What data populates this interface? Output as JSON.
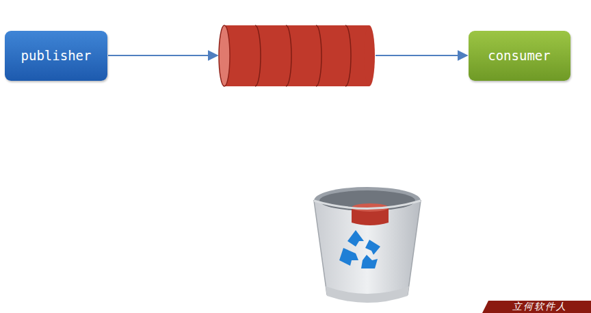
{
  "diagram": {
    "nodes": [
      {
        "text": [
          "publisher"
        ]
      },
      {
        "text": [
          "consumer"
        ]
      }
    ],
    "labels": [
      "立何软件人"
    ]
  }
}
